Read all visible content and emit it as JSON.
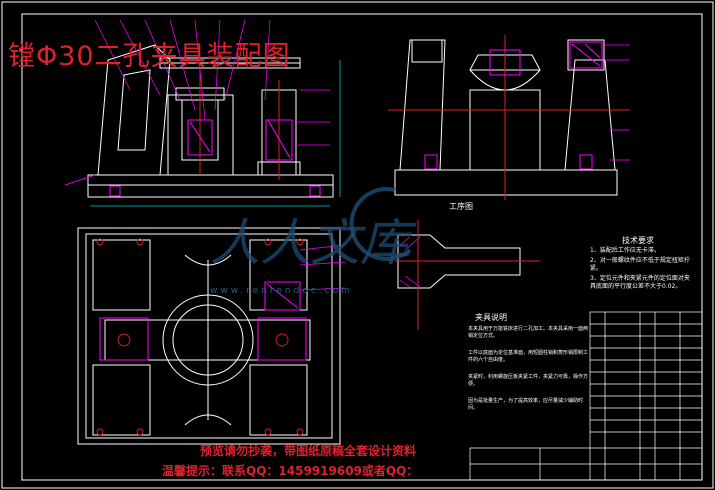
{
  "drawing": {
    "title": "镗Φ30二孔夹具装配图",
    "process_sheet_label": "工序图",
    "technical_requirements": {
      "heading": "技术要求",
      "items": [
        "1、装配后工作应无卡滞。",
        "2、对一般螺纹件应不低于规定扭矩拧紧。",
        "3、定位元件和夹紧元件的定位面对夹具底面的平行度公差不大于0.02。"
      ]
    },
    "fixture_description": {
      "heading": "夹具说明",
      "paragraphs": [
        "本夹具用于万能铣床进行二孔加工。本夹具采用一面两销定位方式。",
        "工件以底面为定位基准面，用短圆柱销和菱形销限制工件的六个自由度。",
        "夹紧时，利用螺旋压板夹紧工件，夹紧力可靠，操作方便。",
        "因为是批量生产，为了提高效率，应尽量减少辅助时间。"
      ]
    },
    "watermark": {
      "logo_text": "人人文库",
      "url_text": "www.renrendoc.com"
    },
    "warning_line1": "预览请勿抄袭，带图纸原稿全套设计资料",
    "warning_line2": "温馨提示：联系QQ：1459919609或者QQ："
  },
  "colors": {
    "background": "#000000",
    "outline": "#ffffff",
    "section": "#ff00ff",
    "balloon": "#ff00ff",
    "leader": "#ff00ff",
    "centerline": "#e0202a",
    "dimension": "#00c8c8",
    "title_text": "#e0202a",
    "watermark": "#1e4d74"
  }
}
